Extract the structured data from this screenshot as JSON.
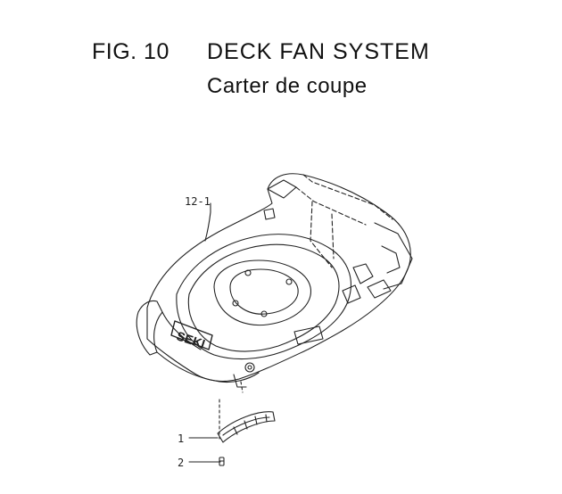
{
  "figure": {
    "number": "FIG. 10",
    "title": "DECK FAN SYSTEM",
    "subtitle": "Carter de coupe"
  },
  "callouts": [
    {
      "id": "12-1",
      "label": "12-1"
    },
    {
      "id": "1",
      "label": "1"
    },
    {
      "id": "2",
      "label": "2"
    }
  ],
  "deck_brand_marking": "SEKI"
}
